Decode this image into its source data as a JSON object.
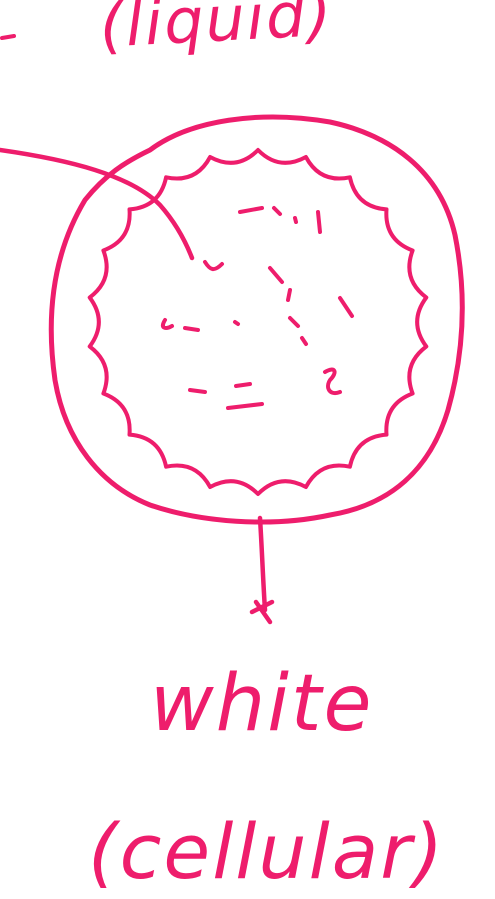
{
  "annotations": {
    "top_label": "(liquid)",
    "bottom_label_1": "white",
    "bottom_label_2": "(cellular)"
  },
  "colors": {
    "ink": "#ee1d6c",
    "background": "#ffffff"
  }
}
